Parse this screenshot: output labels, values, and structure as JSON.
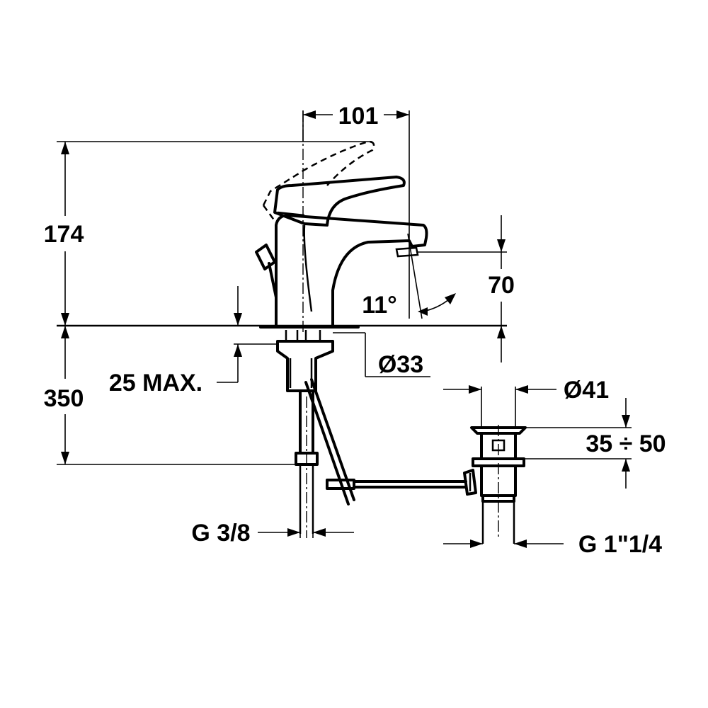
{
  "labels": {
    "width_top": "101",
    "height_total": "174",
    "spout_height": "70",
    "spout_angle": "11°",
    "hole_diameter": "Ø33",
    "deck_thickness": "25 MAX.",
    "hose_length": "350",
    "waste_diameter": "Ø41",
    "waste_range": "35 ÷ 50",
    "inlet_thread": "G 3/8",
    "waste_thread": "G 1\"1/4"
  },
  "colors": {
    "line": "#000000",
    "background": "#ffffff"
  }
}
